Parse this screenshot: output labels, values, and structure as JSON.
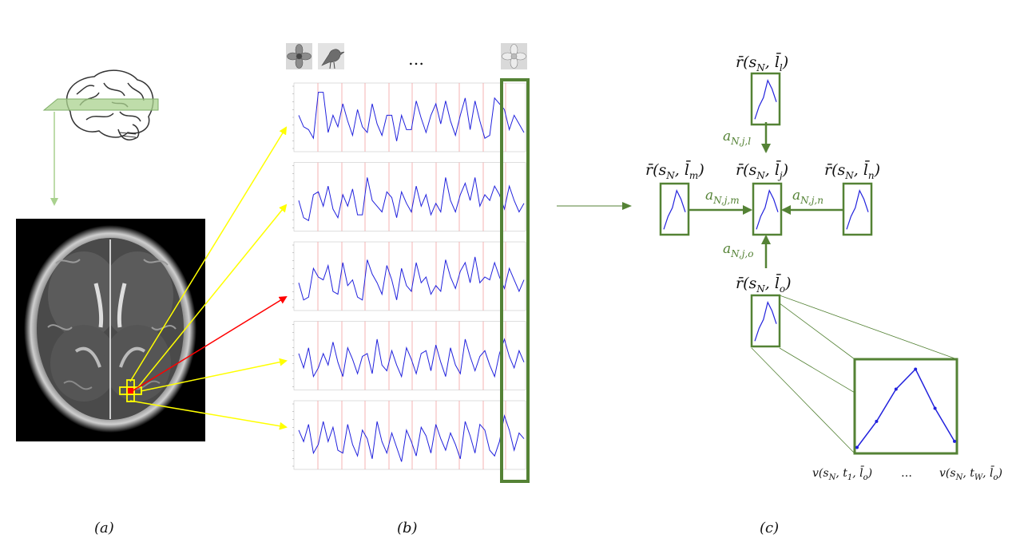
{
  "panels": {
    "a": "(a)",
    "b": "(b)",
    "c": "(c)"
  },
  "stimuli": {
    "ellipsis": "…",
    "thumbnails": [
      "flower-icon",
      "bird-icon",
      "flower-icon"
    ]
  },
  "nodes": {
    "top": {
      "base": "r̄(s",
      "sub1": "N",
      "mid": ", ",
      "lbar": "l̄",
      "sub2": "l",
      "close": ")"
    },
    "left": {
      "base": "r̄(s",
      "sub1": "N",
      "mid": ", ",
      "lbar": "l̄",
      "sub2": "m",
      "close": ")"
    },
    "center": {
      "base": "r̄(s",
      "sub1": "N",
      "mid": ", ",
      "lbar": "l̄",
      "sub2": "j",
      "close": ")"
    },
    "right": {
      "base": "r̄(s",
      "sub1": "N",
      "mid": ", ",
      "lbar": "l̄",
      "sub2": "n",
      "close": ")"
    },
    "bottom": {
      "base": "r̄(s",
      "sub1": "N",
      "mid": ", ",
      "lbar": "l̄",
      "sub2": "o",
      "close": ")"
    }
  },
  "edges": {
    "top": {
      "base": "a",
      "sub": "N,j,l"
    },
    "left": {
      "base": "a",
      "sub": "N,j,m"
    },
    "right": {
      "base": "a",
      "sub": "N,j,n"
    },
    "bottom": {
      "base": "a",
      "sub": "N,j,o"
    }
  },
  "zoom_axis": {
    "first": {
      "base": "v(s",
      "s1": "N",
      "t": ", t",
      "s2": "1",
      "l": ", l̄",
      "s3": "o",
      "close": ")"
    },
    "ellipsis": "…",
    "last": {
      "base": "v(s",
      "s1": "N",
      "t": ", t",
      "s2": "W",
      "l": ", l̄",
      "s3": "o",
      "close": ")"
    }
  },
  "colors": {
    "green": "#548235",
    "light_green": "#a9d18e",
    "signal": "#2222dd",
    "yellow": "#ffff00",
    "red": "#ff0000",
    "grid_red": "#f4a0a0"
  },
  "signals": [
    [
      0.55,
      0.35,
      0.3,
      0.15,
      0.95,
      0.95,
      0.25,
      0.55,
      0.35,
      0.75,
      0.45,
      0.2,
      0.65,
      0.35,
      0.25,
      0.75,
      0.4,
      0.2,
      0.55,
      0.55,
      0.1,
      0.55,
      0.3,
      0.3,
      0.8,
      0.5,
      0.25,
      0.55,
      0.75,
      0.4,
      0.8,
      0.45,
      0.2,
      0.55,
      0.85,
      0.3,
      0.8,
      0.45,
      0.15,
      0.2,
      0.85,
      0.75,
      0.65,
      0.3,
      0.55,
      0.4,
      0.25
    ],
    [
      0.45,
      0.15,
      0.1,
      0.55,
      0.6,
      0.35,
      0.7,
      0.3,
      0.15,
      0.55,
      0.35,
      0.65,
      0.2,
      0.2,
      0.85,
      0.45,
      0.35,
      0.25,
      0.6,
      0.5,
      0.15,
      0.6,
      0.4,
      0.25,
      0.7,
      0.35,
      0.55,
      0.2,
      0.4,
      0.25,
      0.85,
      0.45,
      0.25,
      0.55,
      0.75,
      0.45,
      0.85,
      0.35,
      0.55,
      0.45,
      0.7,
      0.55,
      0.3,
      0.7,
      0.45,
      0.25,
      0.4
    ],
    [
      0.4,
      0.1,
      0.15,
      0.65,
      0.5,
      0.45,
      0.7,
      0.25,
      0.2,
      0.75,
      0.35,
      0.45,
      0.15,
      0.1,
      0.8,
      0.55,
      0.4,
      0.2,
      0.7,
      0.45,
      0.1,
      0.65,
      0.35,
      0.25,
      0.75,
      0.4,
      0.5,
      0.2,
      0.35,
      0.25,
      0.8,
      0.5,
      0.3,
      0.6,
      0.75,
      0.4,
      0.85,
      0.4,
      0.5,
      0.45,
      0.75,
      0.5,
      0.3,
      0.65,
      0.45,
      0.25,
      0.45
    ],
    [
      0.55,
      0.3,
      0.65,
      0.15,
      0.3,
      0.55,
      0.35,
      0.75,
      0.4,
      0.15,
      0.65,
      0.45,
      0.2,
      0.5,
      0.55,
      0.2,
      0.8,
      0.35,
      0.25,
      0.6,
      0.35,
      0.15,
      0.65,
      0.45,
      0.2,
      0.55,
      0.6,
      0.25,
      0.7,
      0.4,
      0.15,
      0.65,
      0.35,
      0.2,
      0.8,
      0.5,
      0.25,
      0.5,
      0.6,
      0.35,
      0.15,
      0.55,
      0.8,
      0.5,
      0.3,
      0.6,
      0.4
    ],
    [
      0.6,
      0.4,
      0.7,
      0.2,
      0.35,
      0.75,
      0.4,
      0.65,
      0.25,
      0.2,
      0.7,
      0.35,
      0.15,
      0.6,
      0.45,
      0.1,
      0.75,
      0.4,
      0.2,
      0.55,
      0.3,
      0.05,
      0.6,
      0.4,
      0.15,
      0.65,
      0.5,
      0.2,
      0.7,
      0.45,
      0.25,
      0.55,
      0.35,
      0.1,
      0.75,
      0.5,
      0.2,
      0.7,
      0.6,
      0.25,
      0.15,
      0.4,
      0.85,
      0.6,
      0.25,
      0.55,
      0.45
    ]
  ],
  "node_signal": [
    0.05,
    0.35,
    0.55,
    0.95,
    0.75,
    0.45
  ],
  "zoom_signal": [
    0.05,
    0.35,
    0.72,
    0.95,
    0.5,
    0.12
  ]
}
